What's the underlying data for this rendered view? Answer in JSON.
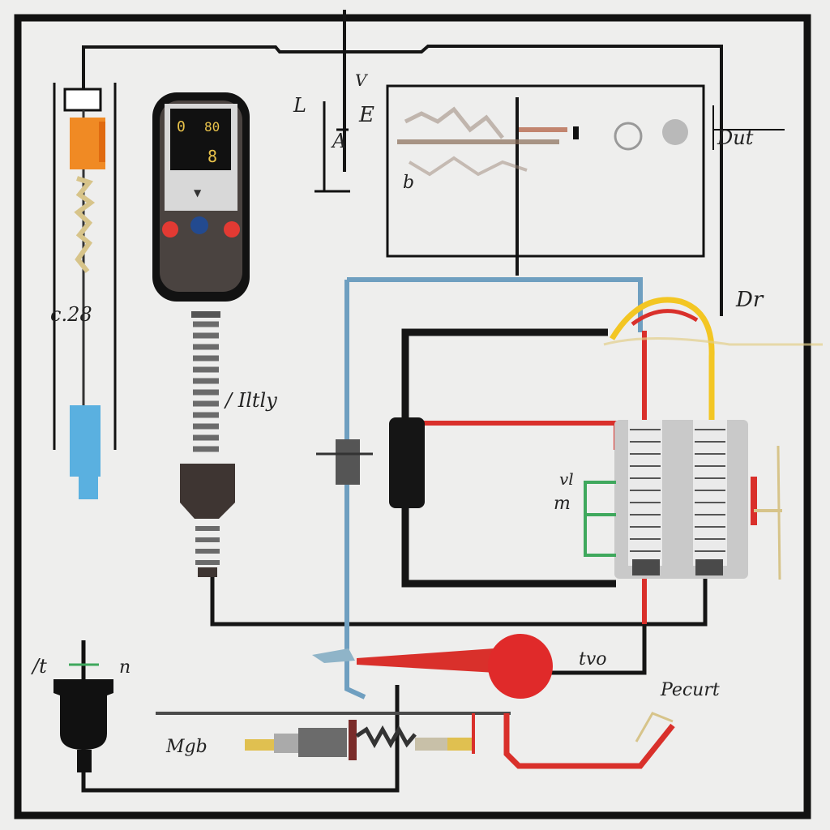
{
  "colors": {
    "background": "#eeeeed",
    "frame": "#111111",
    "wire_black": "#151515",
    "wire_blue": "#6f9fc0",
    "wire_red": "#d9302b",
    "wire_yellow": "#f3c623",
    "wire_green": "#3fa85d",
    "meter_screen": "#111111",
    "meter_display_text": "#e8c24a",
    "meter_body": "#4a4340",
    "terminal_red": "#e23a33",
    "terminal_blue": "#234a8f",
    "bulb_red": "#e02a2a",
    "motor_body": "#c9c9c9",
    "component_orange": "#f08a24",
    "component_blue": "#5ab0e0",
    "probe_gray": "#6b6b6b",
    "probe_tip": "#3e3532"
  },
  "labels": {
    "left_scale": "c.28",
    "probe_label": "/ Iltly",
    "plug_left": "/t",
    "plug_right": "n",
    "fuse_label": "Mgb",
    "bulb_label": "tvo",
    "ground_label": "Pecurt",
    "motor_top_label": "Dr",
    "motor_left_top": "vl",
    "motor_left_bottom": "m",
    "panel_left": "L",
    "panel_a": "A",
    "panel_e": "E",
    "panel_v": "V",
    "panel_sub": "b",
    "panel_out": "Dut"
  },
  "meter": {
    "display_lines": [
      "0",
      "80",
      "8"
    ],
    "mode_arrow": "▼"
  },
  "icons": {
    "meter": "multimeter-icon",
    "probe": "test-probe-icon",
    "plug": "power-plug-icon",
    "bulb": "bulb-icon",
    "motor": "motor-coil-icon",
    "fuse": "fuse-icon",
    "inductor": "inductor-icon"
  }
}
